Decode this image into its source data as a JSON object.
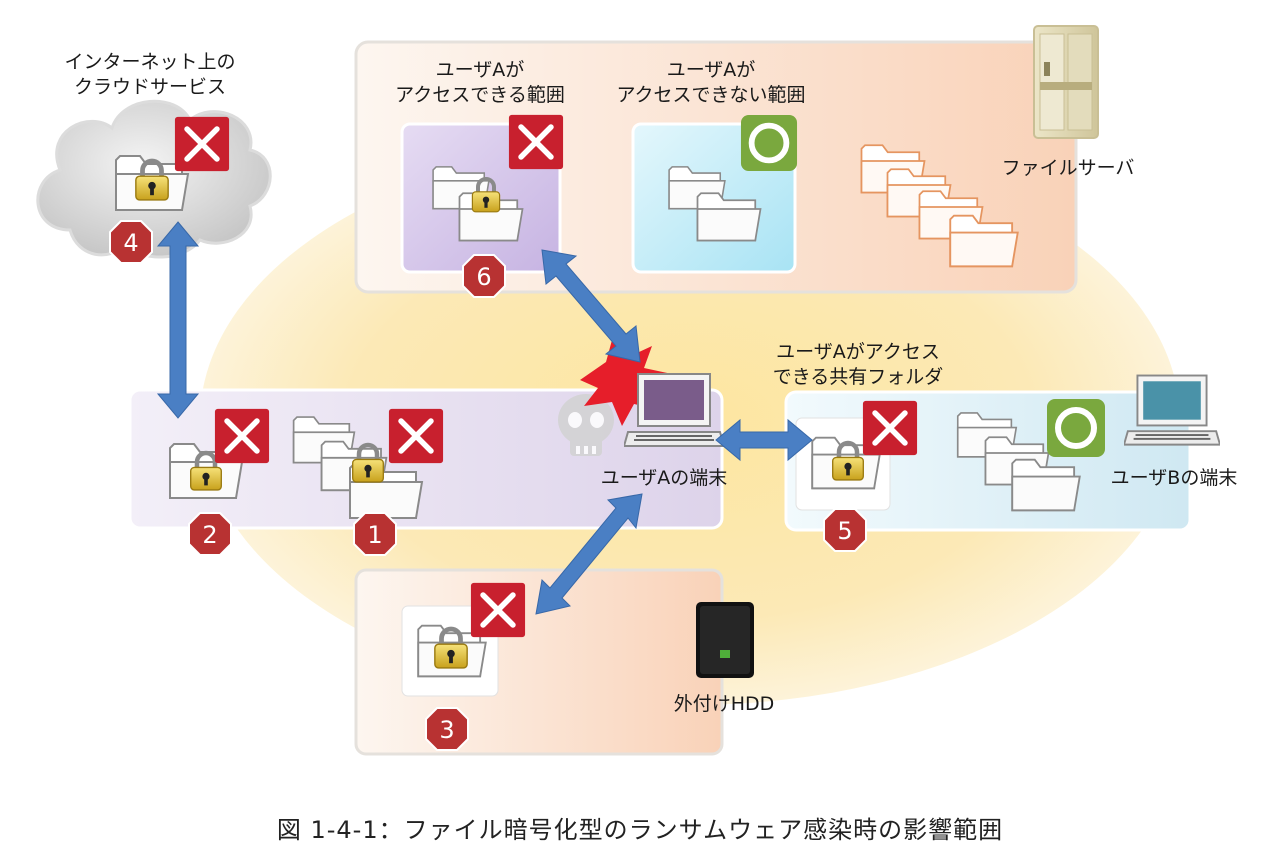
{
  "labels": {
    "cloud_service": [
      "インターネット上の",
      "クラウドサービス"
    ],
    "user_a_accessible_range": [
      "ユーザAが",
      "アクセスできる範囲"
    ],
    "user_a_inaccessible_range": [
      "ユーザAが",
      "アクセスできない範囲"
    ],
    "file_server": "ファイルサーバ",
    "shared_folder": [
      "ユーザAがアクセス",
      "できる共有フォルダ"
    ],
    "user_a_terminal": "ユーザAの端末",
    "user_b_terminal": "ユーザBの端末",
    "external_hdd": "外付けHDD"
  },
  "badges": [
    "1",
    "2",
    "3",
    "4",
    "5",
    "6"
  ],
  "caption": "図 1-4-1：ファイル暗号化型のランサムウェア感染時の影響範囲",
  "colors": {
    "arrow": "#4a7fc4",
    "cross": "#c8202e",
    "ok": "#7aa83e",
    "badge": "#b83232",
    "ellipse": "#fbe6a8"
  },
  "icons": [
    "lock-icon",
    "folder-icon",
    "cross-icon",
    "circle-icon",
    "laptop-icon",
    "skull-icon",
    "server-icon",
    "hdd-icon"
  ]
}
